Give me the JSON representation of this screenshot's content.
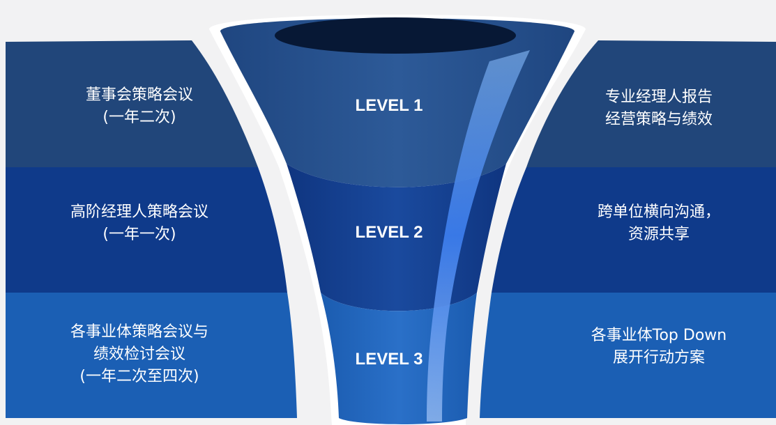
{
  "colors": {
    "background": "#f2f2f3",
    "band_level1": "#21467a",
    "band_level2": "#0f3a8a",
    "band_level3": "#1b5fb4",
    "funnel_top": "#2a5591",
    "funnel_mid": "#163f8f",
    "funnel_bottom": "#2268c2",
    "funnel_rim": "#ffffff",
    "funnel_opening": "#071835",
    "highlight_stream": "#5b8fd6",
    "text": "#ffffff"
  },
  "levels": [
    {
      "label": "LEVEL 1",
      "left_lines": [
        "董事会策略会议",
        "(一年二次)"
      ],
      "right_lines": [
        "专业经理人报告",
        "经营策略与绩效"
      ]
    },
    {
      "label": "LEVEL 2",
      "left_lines": [
        "高阶经理人策略会议",
        "(一年一次)"
      ],
      "right_lines": [
        "跨单位横向沟通，",
        "资源共享"
      ]
    },
    {
      "label": "LEVEL 3",
      "left_lines": [
        "各事业体策略会议与",
        "绩效检讨会议",
        "(一年二次至四次)"
      ],
      "right_lines": [
        "各事业体Top Down",
        "展开行动方案"
      ]
    }
  ]
}
